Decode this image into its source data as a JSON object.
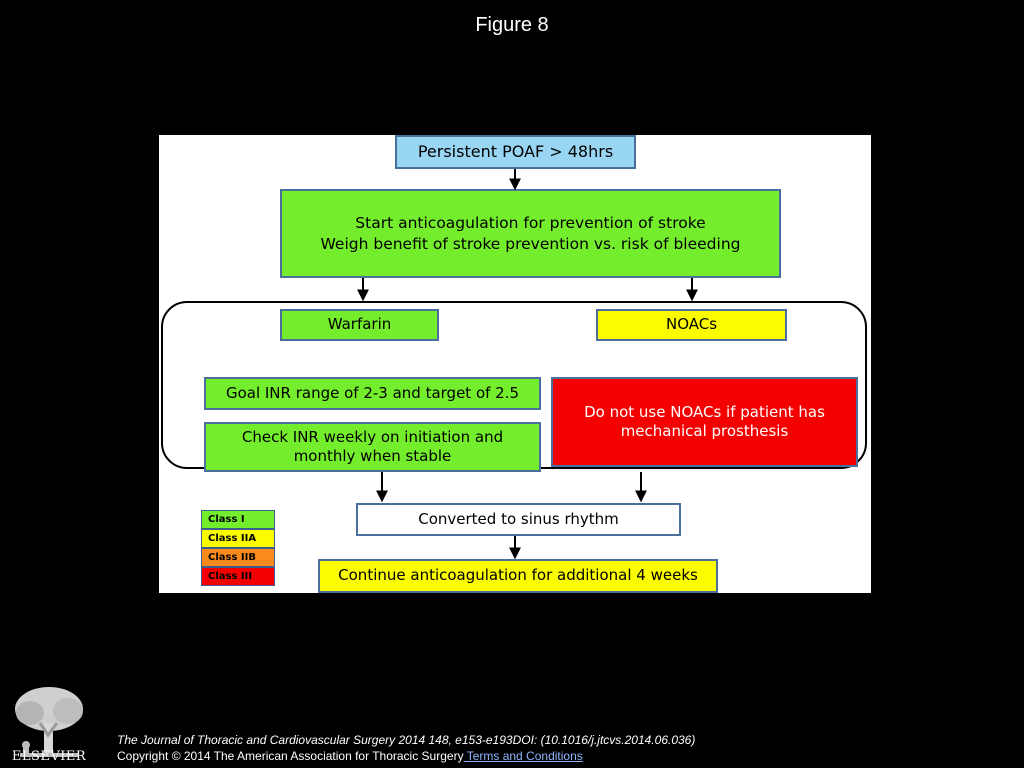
{
  "figure_title": "Figure 8",
  "flowchart": {
    "start": "Persistent POAF > 48hrs",
    "anticoag_line1": "Start anticoagulation for prevention of stroke",
    "anticoag_line2": "Weigh benefit of stroke prevention vs. risk of bleeding",
    "warfarin": "Warfarin",
    "noacs": "NOACs",
    "inr_goal": "Goal INR range of 2-3 and target of 2.5",
    "inr_check_line1": "Check INR weekly on initiation and",
    "inr_check_line2": "monthly when stable",
    "noac_warning_line1": "Do not use NOACs if patient has",
    "noac_warning_line2": "mechanical prosthesis",
    "converted": "Converted to sinus rhythm",
    "continue": "Continue anticoagulation for additional 4 weeks"
  },
  "legend": [
    {
      "label": "Class I",
      "color": "#74ee2c"
    },
    {
      "label": "Class IIA",
      "color": "#fcfc00"
    },
    {
      "label": "Class IIB",
      "color": "#fa8a1c"
    },
    {
      "label": "Class III",
      "color": "#f40000"
    }
  ],
  "colors": {
    "class_i": "#74ee2c",
    "class_iia": "#fcfc00",
    "class_iib": "#fa8a1c",
    "class_iii": "#f40000",
    "start_box": "#98d6f3"
  },
  "footer": {
    "citation": "The Journal of Thoracic and Cardiovascular Surgery 2014 148, e153-e193DOI: (10.1016/j.jtcvs.2014.06.036)",
    "copyright": "Copyright © 2014 The American Association for Thoracic Surgery",
    "terms_link": " Terms and Conditions"
  },
  "publisher_logo": {
    "icon": "tree-icon",
    "wordmark": "ELSEVIER"
  }
}
